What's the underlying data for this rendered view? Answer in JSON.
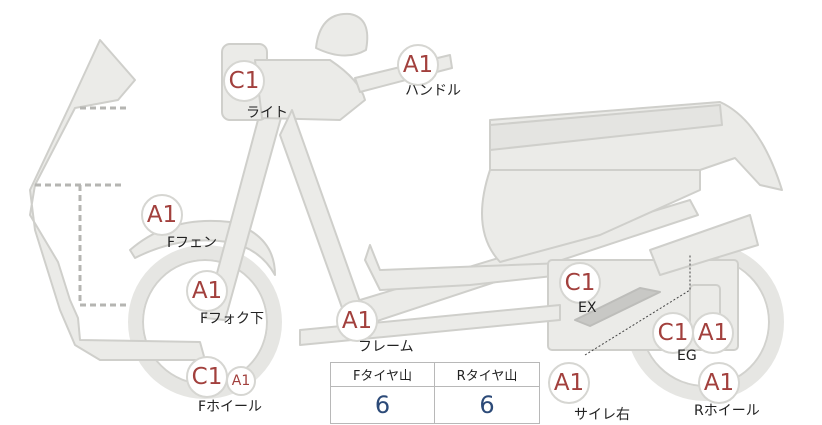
{
  "parts": [
    {
      "id": "light",
      "code": "C1",
      "label": "ライト"
    },
    {
      "id": "handle",
      "code": "A1",
      "label": "ハンドル"
    },
    {
      "id": "ffender",
      "code": "A1",
      "label": "Fフェン"
    },
    {
      "id": "ffork",
      "code": "A1",
      "label": "Fフォク下"
    },
    {
      "id": "frame",
      "code": "A1",
      "label": "フレーム"
    },
    {
      "id": "fwheel",
      "codes": [
        "C1",
        "A1"
      ],
      "label": "Fホイール"
    },
    {
      "id": "ex",
      "code": "C1",
      "label": "EX"
    },
    {
      "id": "eg",
      "codes": [
        "C1",
        "A1"
      ],
      "label": "EG"
    },
    {
      "id": "rwheel",
      "code": "A1",
      "label": "Rホイール"
    },
    {
      "id": "sidestand",
      "code": "A1",
      "label": "サイレ右"
    }
  ],
  "tread": {
    "front_label": "Fタイヤ山",
    "rear_label": "Rタイヤ山",
    "front_value": "6",
    "rear_value": "6"
  },
  "colors": {
    "code_text": "#a2403d",
    "tread_value": "#2c4a78",
    "body_fill": "#ebebe8",
    "body_stroke": "#cfcfcb"
  }
}
